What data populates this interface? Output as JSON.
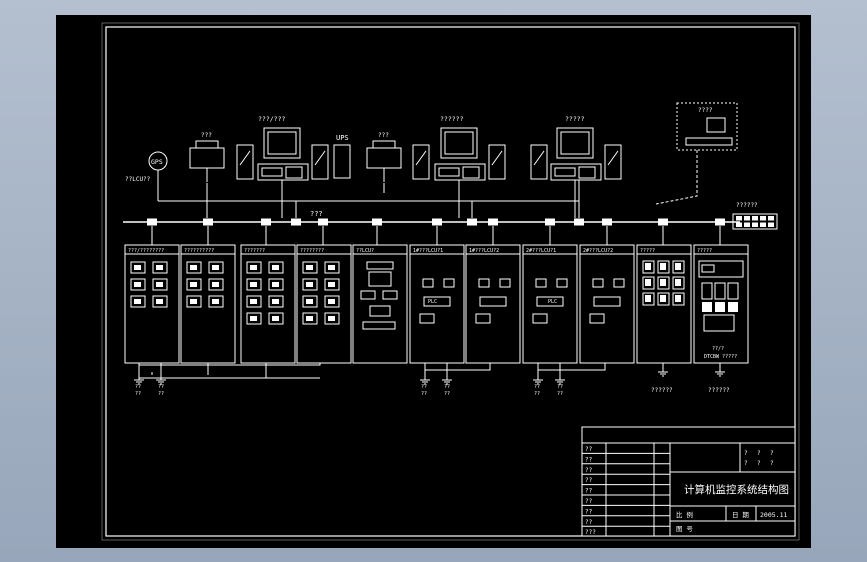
{
  "colors": {
    "background": "#000000",
    "line": "#ffffff",
    "frame": "#b9c3d1"
  },
  "network": {
    "bus_label": "???",
    "gps_label": "GPS",
    "gps_side_label": "??LCU??",
    "ups_label": "UPS",
    "printer_label": "???",
    "remote_label": "????",
    "switch_label": "??????",
    "stations": [
      {
        "label": "???/???"
      },
      {
        "label": "??????"
      },
      {
        "label": "?????"
      }
    ]
  },
  "cabinets": [
    {
      "title": "???/????????"
    },
    {
      "title": "??????????"
    },
    {
      "title": "???????"
    },
    {
      "title": "????????"
    },
    {
      "title": "??LCU?"
    },
    {
      "title": "1#???LCU?1"
    },
    {
      "title": "1#???LCU?2"
    },
    {
      "title": "2#???LCU?1"
    },
    {
      "title": "2#???LCU?2"
    },
    {
      "title": "?????"
    },
    {
      "title": "?????"
    }
  ],
  "plc_labels": {
    "main": "PLC",
    "unit": "PLC"
  },
  "bottom_labels": {
    "earth_pairs": [
      "??",
      "??"
    ],
    "cab10": "??????",
    "cab11": "??????",
    "cab11_caption_a": "??/?",
    "cab11_caption_b": "DTCBW  ?????"
  },
  "title_block": {
    "rows_left": [
      "??",
      "??",
      "??",
      "??",
      "??",
      "??",
      "??",
      "??",
      "???"
    ],
    "grade_header": [
      "?",
      "?",
      "?",
      "?",
      "?",
      "?"
    ],
    "title": "计算机监控系统结构图",
    "scale_label": "比  例",
    "date_label": "日  期",
    "date_value": "2005.11",
    "drawing_no_label": "图  号"
  }
}
